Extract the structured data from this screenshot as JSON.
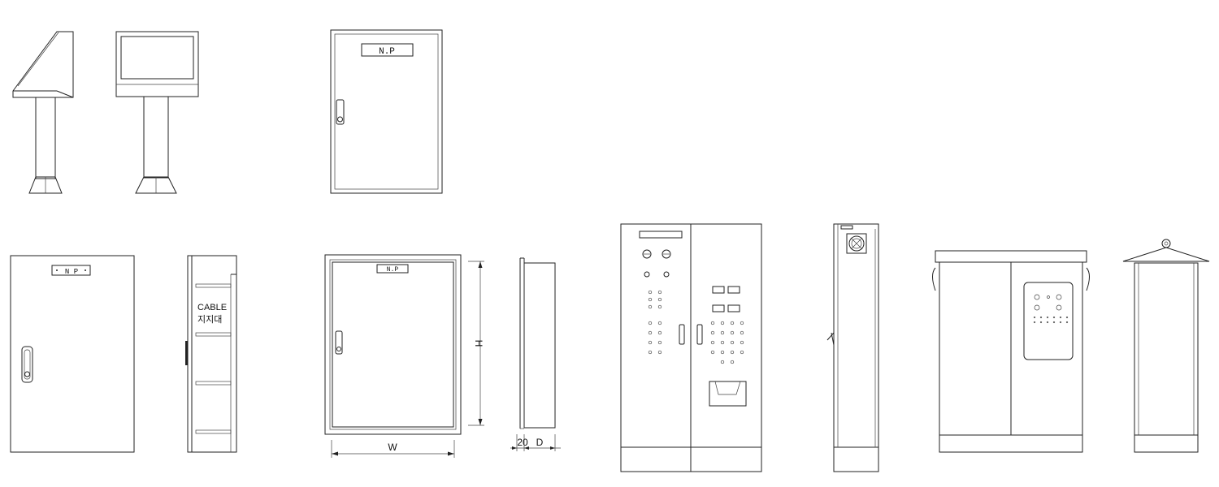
{
  "labels": {
    "np_panel_top": "N.P",
    "np_panel_large": "N P",
    "np_panel_dim": "N.P",
    "cable_line1": "CABLE",
    "cable_line2": "지지대",
    "dim_height": "H",
    "dim_width": "W",
    "dim_offset": "20",
    "dim_depth": "D"
  }
}
